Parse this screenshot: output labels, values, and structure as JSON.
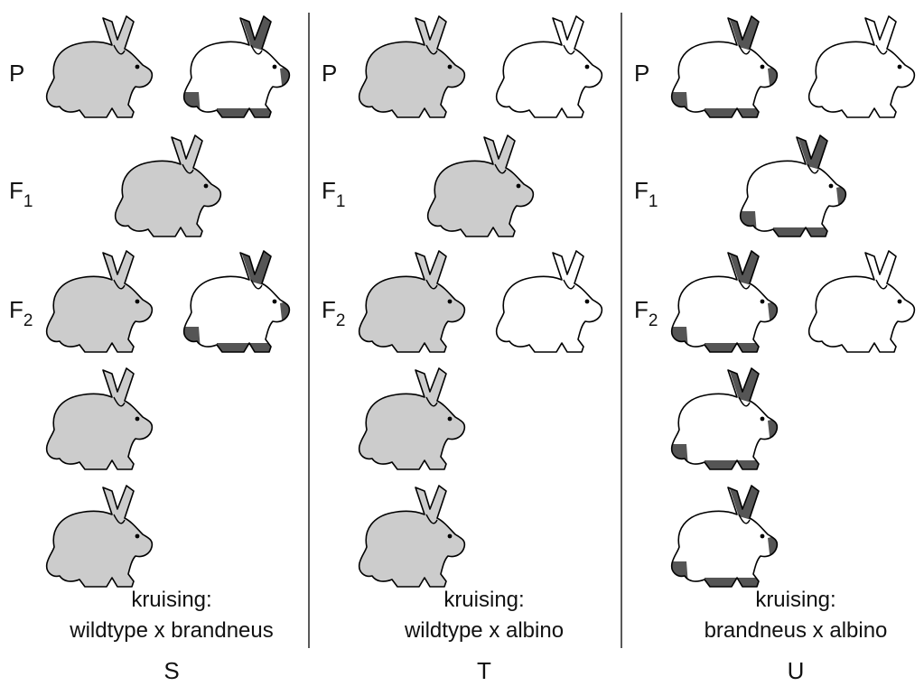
{
  "colors": {
    "wildtype_fill": "#cccccc",
    "point_marking": "#555555",
    "albino_fill": "#ffffff",
    "outline": "#000000"
  },
  "generation_labels": {
    "P": "P",
    "F1_base": "F",
    "F1_sub": "1",
    "F2_base": "F",
    "F2_sub": "2"
  },
  "panels": [
    {
      "id": "S",
      "letter": "S",
      "cross_label": "kruising:",
      "cross_desc": "wildtype x brandneus",
      "rows": {
        "P": [
          "wildtype",
          "brandneus"
        ],
        "F1": [
          "wildtype"
        ],
        "F2": [
          "wildtype",
          "brandneus",
          "wildtype",
          "wildtype"
        ]
      }
    },
    {
      "id": "T",
      "letter": "T",
      "cross_label": "kruising:",
      "cross_desc": "wildtype x albino",
      "rows": {
        "P": [
          "wildtype",
          "albino"
        ],
        "F1": [
          "wildtype"
        ],
        "F2": [
          "wildtype",
          "albino",
          "wildtype",
          "wildtype"
        ]
      }
    },
    {
      "id": "U",
      "letter": "U",
      "cross_label": "kruising:",
      "cross_desc": "brandneus x albino",
      "rows": {
        "P": [
          "brandneus",
          "albino"
        ],
        "F1": [
          "brandneus"
        ],
        "F2": [
          "brandneus",
          "albino",
          "brandneus",
          "brandneus"
        ]
      }
    }
  ]
}
